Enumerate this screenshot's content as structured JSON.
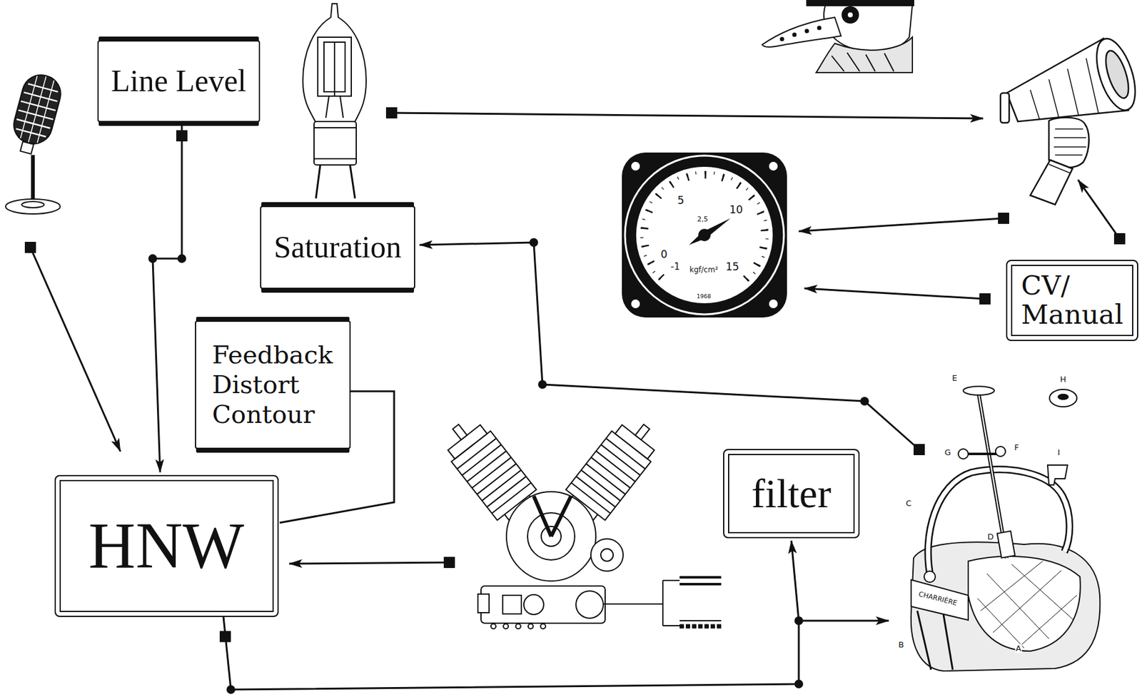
{
  "diagram": {
    "nodes": [
      {
        "text": [
          "Line Level"
        ]
      },
      {
        "text": [
          "Saturation"
        ]
      },
      {
        "text": [
          "CV/ Manual"
        ]
      },
      {
        "text": [
          "Feedback Distort Contour"
        ]
      },
      {
        "text": [
          "filter"
        ]
      },
      {
        "text": [
          "HNW"
        ]
      }
    ],
    "edges": [
      {
        "from": 0,
        "to": 5,
        "arrow": "to"
      },
      {
        "from": 3,
        "to": 5,
        "arrow": "none"
      },
      {
        "from": 5,
        "to": 4,
        "arrow": "to"
      }
    ],
    "labels": [
      "5",
      "10",
      "2,5",
      "0",
      "-1",
      "15",
      "kgf/cm²",
      "1968",
      "E",
      "H",
      "G",
      "F",
      "I",
      "C",
      "D",
      "CHARRIÈRE",
      "B",
      "A"
    ]
  }
}
